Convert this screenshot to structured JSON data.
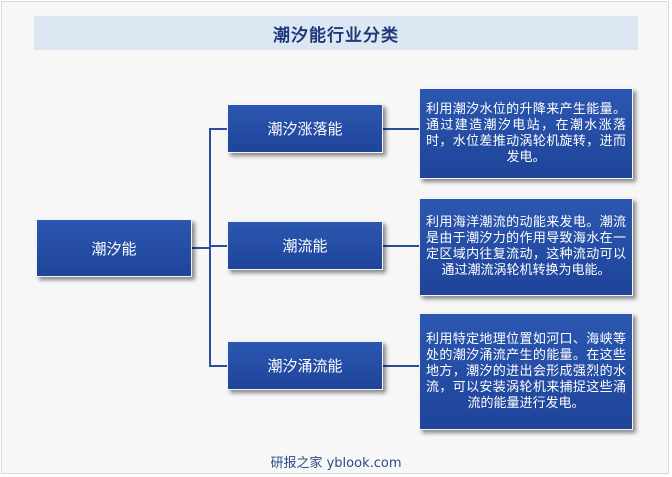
{
  "title": "潮汐能行业分类",
  "root": "潮汐能",
  "branches": [
    {
      "label": "潮汐涨落能",
      "description": "利用潮汐水位的升降来产生能量。通过建造潮汐电站，在潮水涨落时，水位差推动涡轮机旋转，进而发电。"
    },
    {
      "label": "潮流能",
      "description": "利用海洋潮流的动能来发电。潮流是由于潮汐力的作用导致海水在一定区域内往复流动，这种流动可以通过潮流涡轮机转换为电能。"
    },
    {
      "label": "潮汐涌流能",
      "description": "利用特定地理位置如河口、海峡等处的潮汐涌流产生的能量。在这些地方，潮汐的进出会形成强烈的水流，可以安装涡轮机来捕捉这些涌流的能量进行发电。"
    }
  ],
  "footer": "研报之家 yblook.com"
}
